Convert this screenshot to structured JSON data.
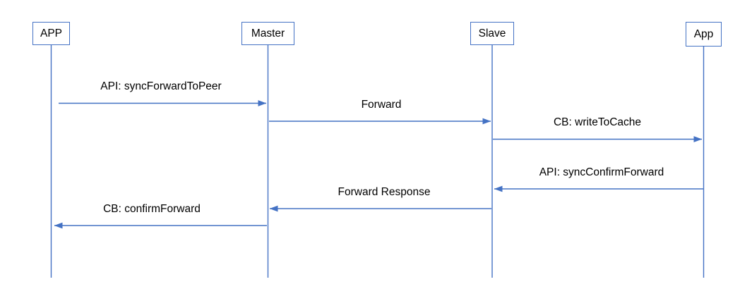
{
  "diagram": {
    "type": "sequence",
    "title": "",
    "actors": [
      {
        "id": "app-caps",
        "name": "APP"
      },
      {
        "id": "master",
        "name": "Master"
      },
      {
        "id": "slave",
        "name": "Slave"
      },
      {
        "id": "app-right",
        "name": "App"
      }
    ],
    "messages": [
      {
        "label": "API: syncForwardToPeer",
        "from": "APP",
        "to": "Master",
        "direction": "right"
      },
      {
        "label": "Forward",
        "from": "Master",
        "to": "Slave",
        "direction": "right"
      },
      {
        "label": "CB: writeToCache",
        "from": "Slave",
        "to": "App",
        "direction": "right"
      },
      {
        "label": "API: syncConfirmForward",
        "from": "App",
        "to": "Slave",
        "direction": "left"
      },
      {
        "label": "Forward Response",
        "from": "Slave",
        "to": "Master",
        "direction": "left"
      },
      {
        "label": "CB: confirmForward",
        "from": "Master",
        "to": "APP",
        "direction": "left"
      }
    ],
    "colors": {
      "line": "#4472C4",
      "text": "#000000",
      "background": "#FFFFFF"
    }
  }
}
